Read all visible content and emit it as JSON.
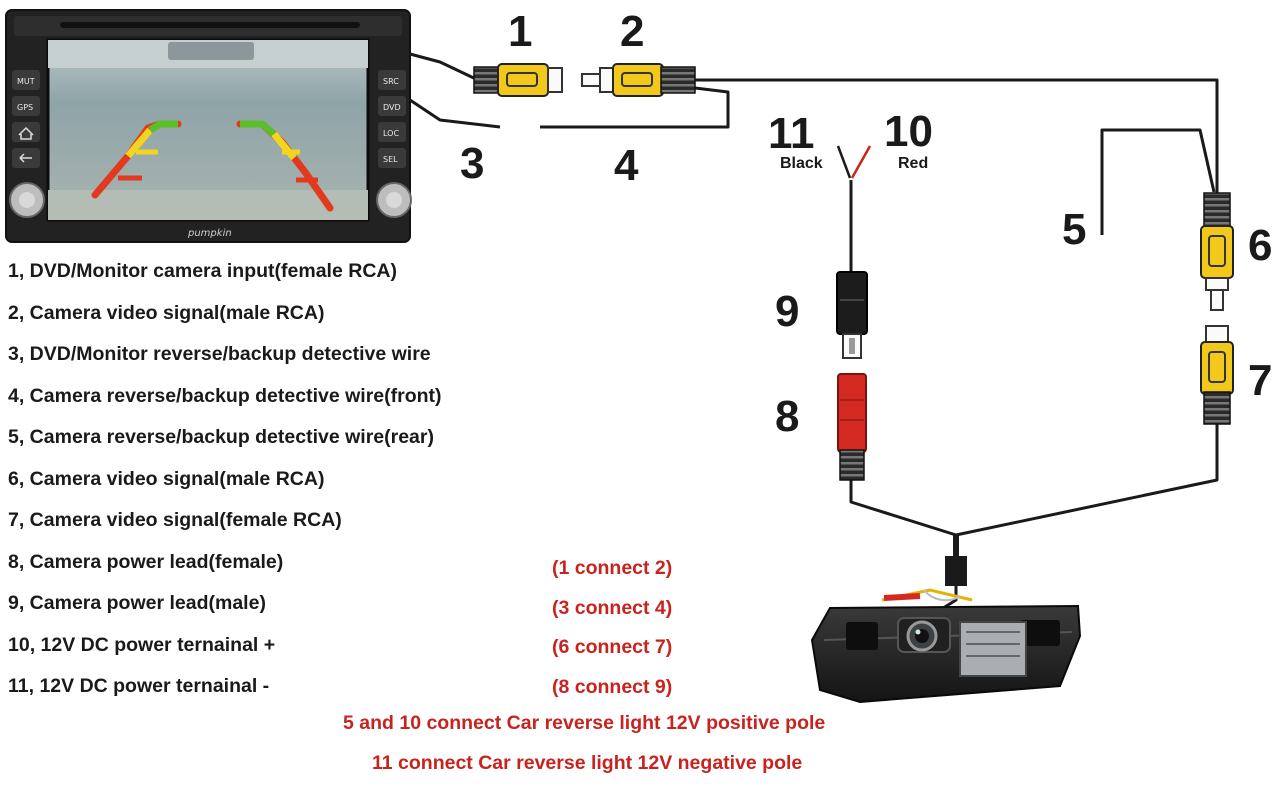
{
  "numbers": [
    "1",
    "2",
    "3",
    "4",
    "5",
    "6",
    "7",
    "8",
    "9",
    "10",
    "11"
  ],
  "wire_labels": {
    "black": "Black",
    "red": "Red"
  },
  "head_unit": {
    "buttons": [
      "MUT",
      "GPS",
      "SRC",
      "DVD",
      "LOC",
      "SEL"
    ],
    "brand": "pumpkin",
    "screen_colors": {
      "guide_red": "#e23a1e",
      "guide_yellow": "#f2d51e",
      "guide_green": "#5cbf2a"
    }
  },
  "legend": [
    "1, DVD/Monitor camera input(female RCA)",
    "2, Camera video signal(male RCA)",
    "3, DVD/Monitor reverse/backup detective wire",
    "4, Camera reverse/backup detective wire(front)",
    "5, Camera reverse/backup detective wire(rear)",
    "6, Camera video signal(male RCA)",
    "7, Camera video signal(female RCA)",
    "8, Camera power lead(female)",
    "9, Camera power lead(male)",
    "10, 12V DC power ternainal +",
    "11, 12V DC power ternainal -"
  ],
  "connections": [
    "(1 connect 2)",
    "(3 connect 4)",
    "(6 connect 7)",
    "(8 connect 9)"
  ],
  "notes": [
    "5 and 10 connect Car reverse light 12V positive pole",
    "11 connect Car reverse light 12V negative pole"
  ],
  "colors": {
    "text": "#1a1a1a",
    "accent_red": "#c8231e",
    "rca_yellow": "#f2c81a",
    "power_red": "#d42a22",
    "wire": "#1a1a1a"
  }
}
